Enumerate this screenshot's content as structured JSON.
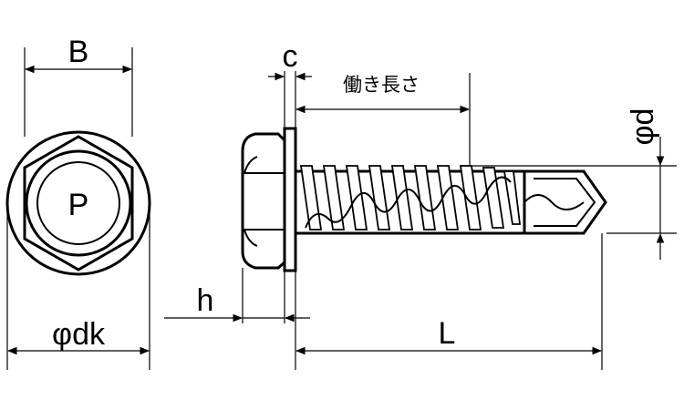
{
  "labels": {
    "head_width": "B",
    "washer_thickness": "c",
    "working_length": "働き長さ",
    "shank_diameter": "φd",
    "head_height": "h",
    "washer_diameter": "φdk",
    "length": "L",
    "head_mark": "P"
  },
  "colors": {
    "line": "#000000",
    "background": "#ffffff"
  },
  "icons": {
    "arrowheads": "arrow-icon"
  }
}
